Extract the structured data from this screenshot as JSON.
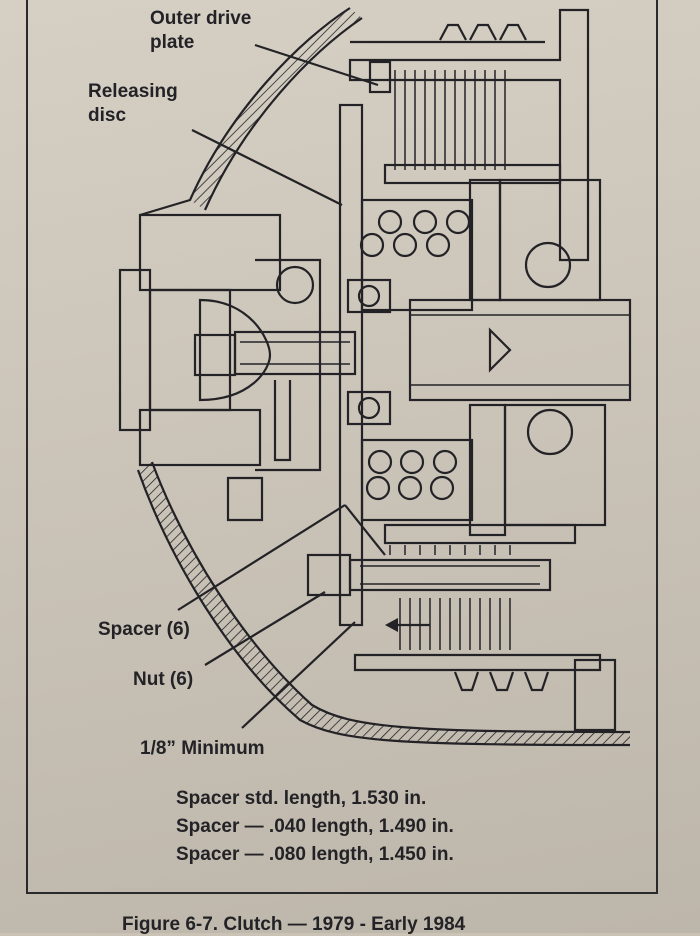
{
  "labels": {
    "outer_drive_plate_line1": "Outer drive",
    "outer_drive_plate_line2": "plate",
    "releasing_disc_line1": "Releasing",
    "releasing_disc_line2": "disc",
    "spacer": "Spacer (6)",
    "nut": "Nut (6)",
    "minimum": "1/8” Minimum"
  },
  "specs": [
    "Spacer std. length, 1.530 in.",
    "Spacer — .040 length, 1.490 in.",
    "Spacer — .080 length, 1.450 in."
  ],
  "caption": "Figure 6-7. Clutch — 1979 - Early 1984"
}
